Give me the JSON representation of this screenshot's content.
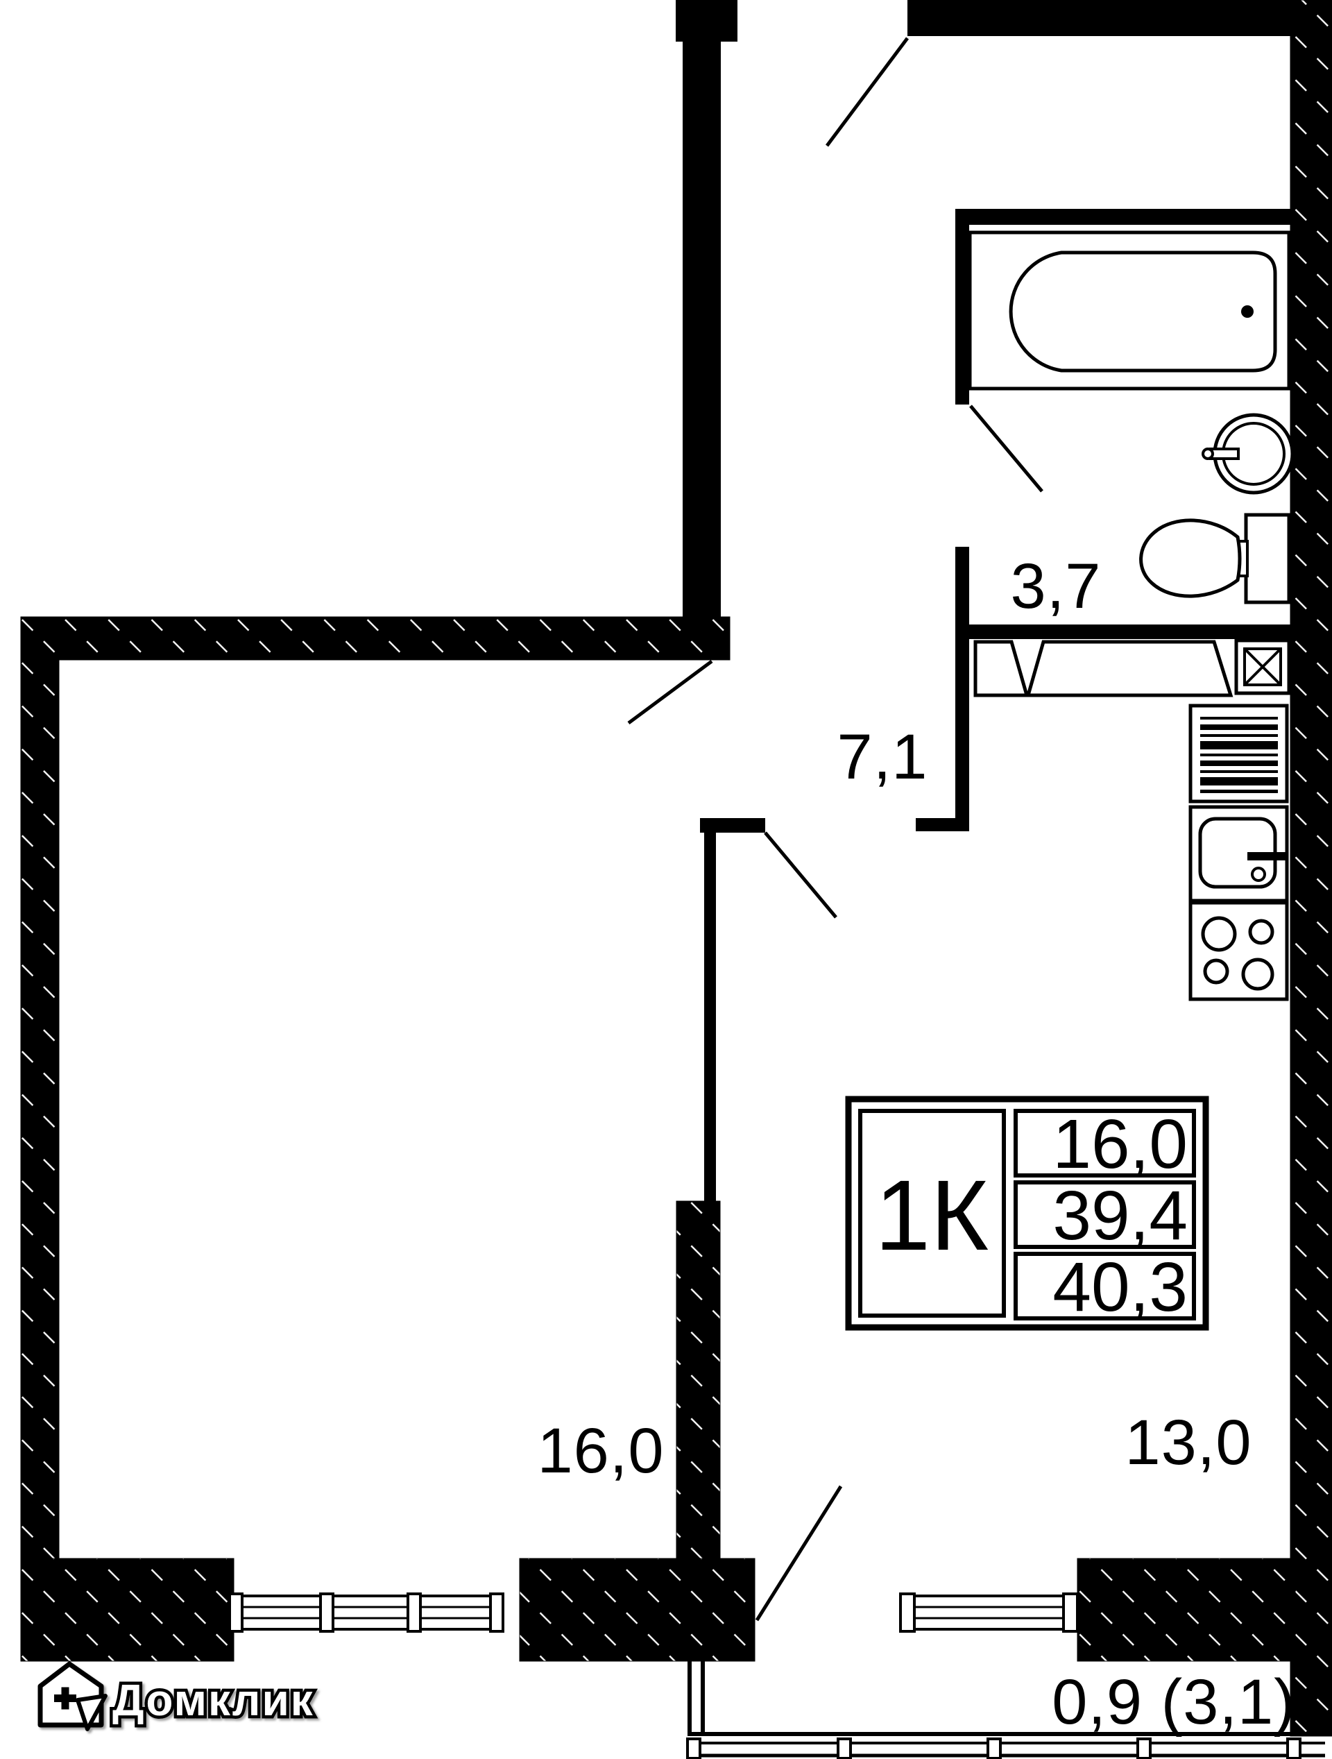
{
  "colors": {
    "ink": "#000000",
    "paper": "#ffffff"
  },
  "rooms": {
    "bathroom_area": "3,7",
    "hallway_area": "7,1",
    "living_area": "16,0",
    "kitchen_area": "13,0",
    "balcony_area": "0,9 (3,1)"
  },
  "info_box": {
    "unit_type": "1К",
    "living_area": "16,0",
    "area_no_balcony": "39,4",
    "total_area": "40,3"
  },
  "logo": {
    "brand": "Домклик"
  }
}
